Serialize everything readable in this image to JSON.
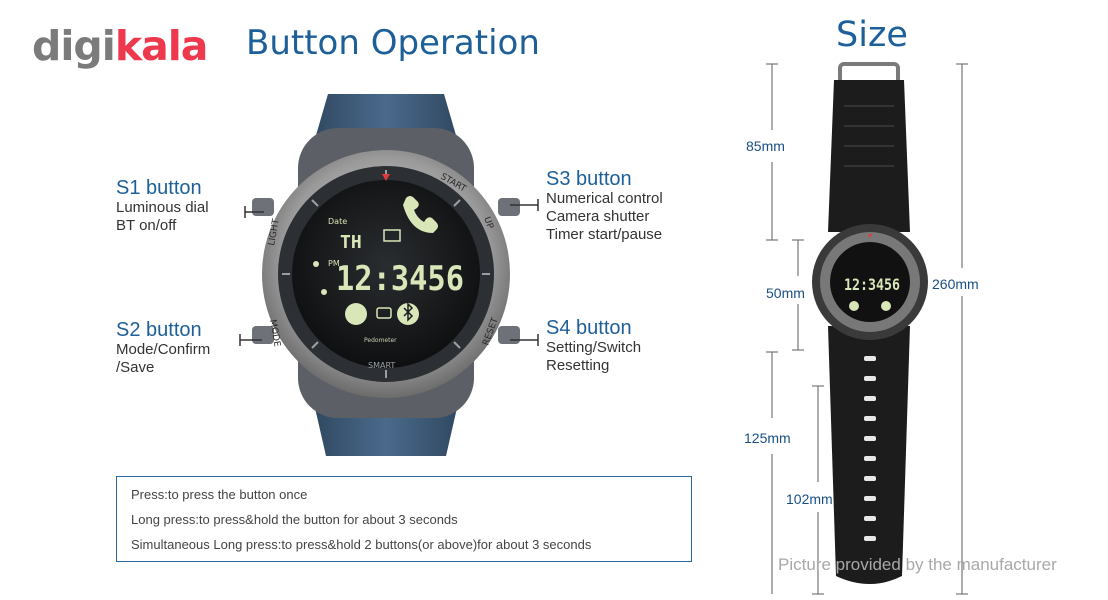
{
  "logo": {
    "part1": "digi",
    "part2": "kala"
  },
  "titles": {
    "operation": "Button Operation",
    "size": "Size"
  },
  "buttons": {
    "s1": {
      "title": "S1 button",
      "lines": [
        "Luminous dial",
        "BT on/off"
      ]
    },
    "s2": {
      "title": "S2 button",
      "lines": [
        "Mode/Confirm",
        "/Save"
      ]
    },
    "s3": {
      "title": "S3 button",
      "lines": [
        "Numerical control",
        "Camera shutter",
        "Timer start/pause"
      ]
    },
    "s4": {
      "title": "S4 button",
      "lines": [
        "Setting/Switch",
        "Resetting"
      ]
    }
  },
  "watch_face": {
    "bezel_labels": {
      "light": "LIGHT",
      "start": "START",
      "up": "UP",
      "mode": "MODE",
      "reset": "RESET",
      "smart": "SMART"
    },
    "day": "TH",
    "time": "12:3456",
    "small_labels": {
      "date": "Date",
      "pm": "PM",
      "pedometer": "Pedometer"
    }
  },
  "legend": {
    "line1": "Press:to press the button once",
    "line2": "Long press:to press&hold the button for about 3 seconds",
    "line3": "Simultaneous Long press:to press&hold 2 buttons(or above)for about 3 seconds"
  },
  "dimensions": {
    "d85": "85mm",
    "d50": "50mm",
    "d125": "125mm",
    "d102": "102mm",
    "d260": "260mm"
  },
  "credit": "Picture provided by the manufacturer",
  "colors": {
    "accent": "#1d5f98",
    "logo_gray": "#7b7b7b",
    "logo_red": "#ee384e",
    "strap_blue": "#3e5a78",
    "lcd": "#d8e6b8"
  }
}
